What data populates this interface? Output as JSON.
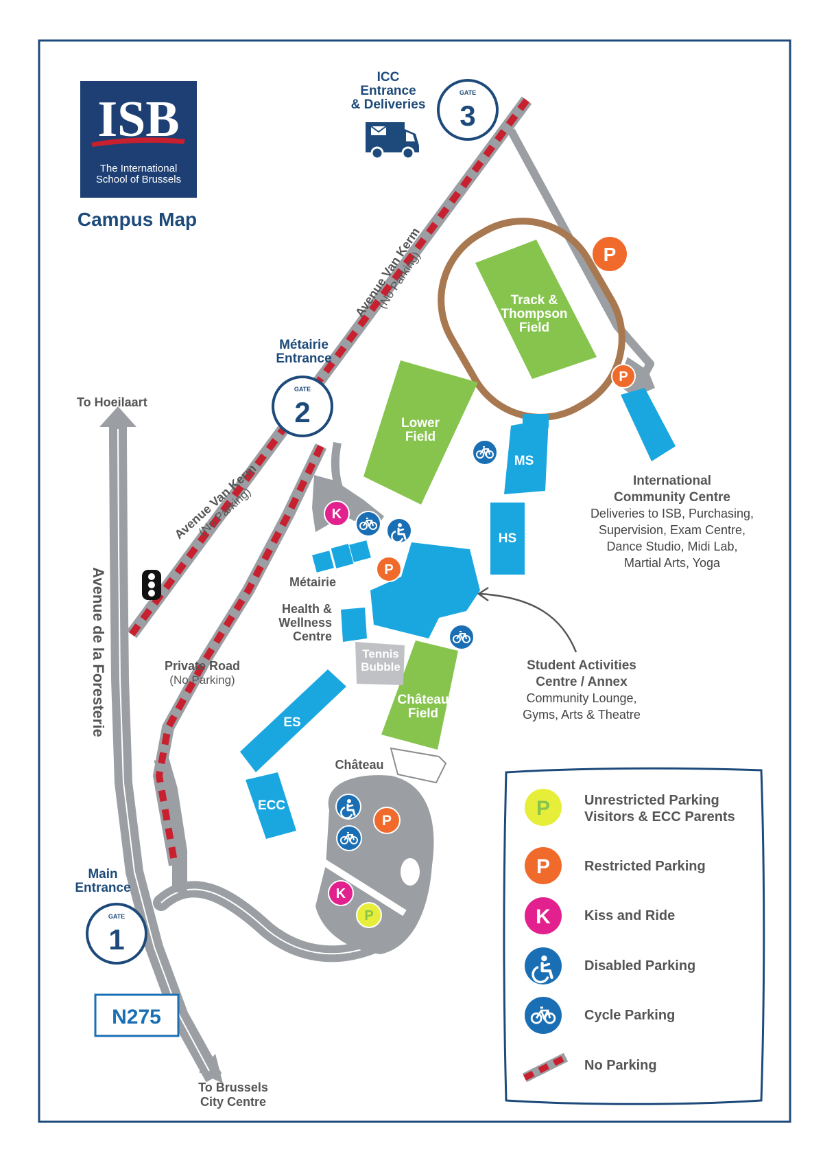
{
  "logo": {
    "abbr": "ISB",
    "line1": "The International",
    "line2": "School of Brussels",
    "map_title": "Campus Map",
    "color": "#1d3f73",
    "accent": "#c8202f"
  },
  "gates": {
    "word": "GATE",
    "gate1": {
      "number": "1",
      "title_line1": "Main",
      "title_line2": "Entrance"
    },
    "gate2": {
      "number": "2",
      "title_line1": "Métairie",
      "title_line2": "Entrance"
    },
    "gate3": {
      "number": "3",
      "title_line1": "ICC",
      "title_line2": "Entrance",
      "title_line3": "& Deliveries"
    }
  },
  "roads": {
    "to_hoeilaart": "To Hoeilaart",
    "to_brussels_1": "To Brussels",
    "to_brussels_2": "City Centre",
    "foresterie": "Avenue de la Foresterie",
    "van_kerm_upper": "Avenue Van Kerm",
    "van_kerm_upper_sub": "(No Parking)",
    "van_kerm_lower": "Avenue Van Kerm",
    "van_kerm_lower_sub": "(No Parking)",
    "private_road": "Private Road",
    "private_road_sub": "(No Parking)",
    "n275": "N275"
  },
  "buildings": {
    "track_1": "Track &",
    "track_2": "Thompson",
    "track_3": "Field",
    "lower_1": "Lower",
    "lower_2": "Field",
    "chateau_field_1": "Château",
    "chateau_field_2": "Field",
    "ms": "MS",
    "hs": "HS",
    "es": "ES",
    "ecc": "ECC",
    "tennis_1": "Tennis",
    "tennis_2": "Bubble",
    "metairie": "Métairie",
    "health_1": "Health &",
    "health_2": "Wellness",
    "health_3": "Centre",
    "chateau": "Château"
  },
  "icc": {
    "title_1": "International",
    "title_2": "Community Centre",
    "desc_1": "Deliveries to ISB, Purchasing,",
    "desc_2": "Supervision, Exam Centre,",
    "desc_3": "Dance Studio, Midi Lab,",
    "desc_4": "Martial Arts, Yoga"
  },
  "sac": {
    "title_1": "Student Activities",
    "title_2": "Centre / Annex",
    "desc_1": "Community Lounge,",
    "desc_2": "Gyms, Arts & Theatre"
  },
  "map_markers": {
    "p": "P",
    "k": "K"
  },
  "legend": {
    "unrestricted_1": "Unrestricted Parking",
    "unrestricted_2": "Visitors & ECC Parents",
    "restricted": "Restricted Parking",
    "kiss": "Kiss and Ride",
    "disabled": "Disabled Parking",
    "cycle": "Cycle Parking",
    "no_parking": "No Parking"
  },
  "colors": {
    "navy": "#1d4a7a",
    "green": "#86c44e",
    "blue": "#1aa7e0",
    "orange": "#f06b2b",
    "yellow": "#e6ee3a",
    "magenta": "#e2218e",
    "disabled_blue": "#1a6fb4",
    "road_gray": "#9b9ea2",
    "no_parking_red": "#c8202f",
    "track_brown": "#a87850",
    "tennis_gray": "#bfc1c4"
  }
}
